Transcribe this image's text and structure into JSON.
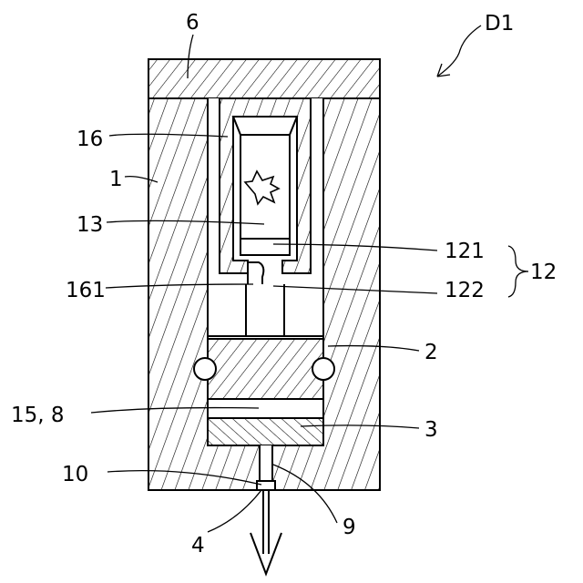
{
  "labels": {
    "assembly": "D1",
    "lid": "6",
    "pressure_generator": "16",
    "housing": "1",
    "explosive": "13",
    "part_121": "121",
    "part_122": "122",
    "group": "12",
    "part_161": "161",
    "piston": "2",
    "chamber": "15, 8",
    "seal": "3",
    "channel": "10",
    "needle": "4",
    "nozzle": "9"
  }
}
